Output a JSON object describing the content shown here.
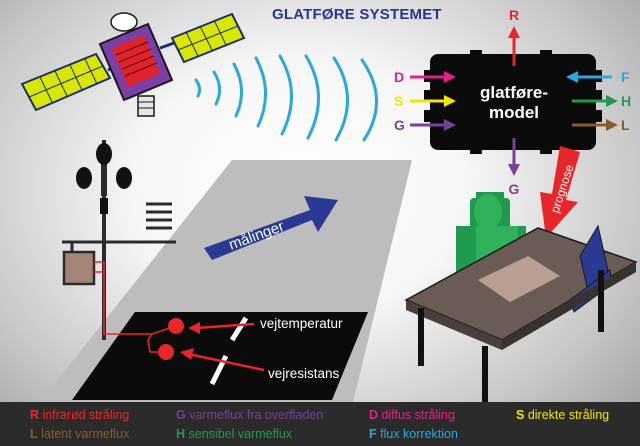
{
  "title": "GLATFØRE SYSTEMET",
  "model": {
    "line1": "glatføre-",
    "line2": "model"
  },
  "inputs": [
    {
      "letter": "D",
      "color": "#e0218a"
    },
    {
      "letter": "S",
      "color": "#f2e600"
    },
    {
      "letter": "G",
      "color": "#7b3f98"
    }
  ],
  "outputs": [
    {
      "letter": "F",
      "color": "#27a9e1"
    },
    {
      "letter": "H",
      "color": "#1f9a4f"
    },
    {
      "letter": "L",
      "color": "#8b5a2b"
    }
  ],
  "top_output": {
    "letter": "R",
    "color": "#e8262a"
  },
  "bottom_output": {
    "letter": "G",
    "color": "#7b3f98"
  },
  "labels": {
    "maalinger": "målinger",
    "prognose": "prognose",
    "vejtemperatur": "vejtemperatur",
    "vejresistans": "vejresistans"
  },
  "legend": [
    {
      "letter": "R",
      "text": "infrarød stråling",
      "color": "#e8262a"
    },
    {
      "letter": "G",
      "text": "varmeflux fra overfladen",
      "color": "#7b3f98"
    },
    {
      "letter": "D",
      "text": "diffus stråling",
      "color": "#e0218a"
    },
    {
      "letter": "S",
      "text": "direkte stråling",
      "color": "#f2e600"
    },
    {
      "letter": "L",
      "text": "latent varmeflux",
      "color": "#8b5a2b"
    },
    {
      "letter": "H",
      "text": "sensibel varmeflux",
      "color": "#1f9a4f"
    },
    {
      "letter": "F",
      "text": "flux korrektion",
      "color": "#27a9e1"
    }
  ]
}
